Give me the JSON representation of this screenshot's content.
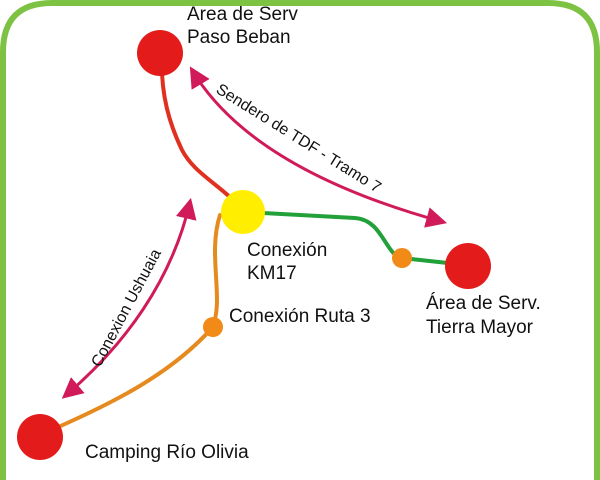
{
  "map": {
    "colors": {
      "border": "#7dc242",
      "background": "#ffffff",
      "trail_red": "#e03020",
      "trail_orange": "#e58a1f",
      "trail_green": "#22a03a",
      "arrow": "#d11a5a",
      "node_red": "#e31b1b",
      "node_yellow": "#ffee00",
      "node_orange": "#f28a18"
    },
    "labels": {
      "paso_beban_line1": "Area de Serv",
      "paso_beban_line2": "Paso Beban",
      "conexion_km17_line1": "Conexión",
      "conexion_km17_line2": "KM17",
      "conexion_ruta3": "Conexión Ruta 3",
      "tierra_mayor_line1": "Área de Serv.",
      "tierra_mayor_line2": "Tierra Mayor",
      "camping_rio_olivia": "Camping Río Olivia",
      "route_tdf": "Sendero de TDF - Tramo 7",
      "route_ushuaia": "Conexion Ushuaia"
    }
  }
}
